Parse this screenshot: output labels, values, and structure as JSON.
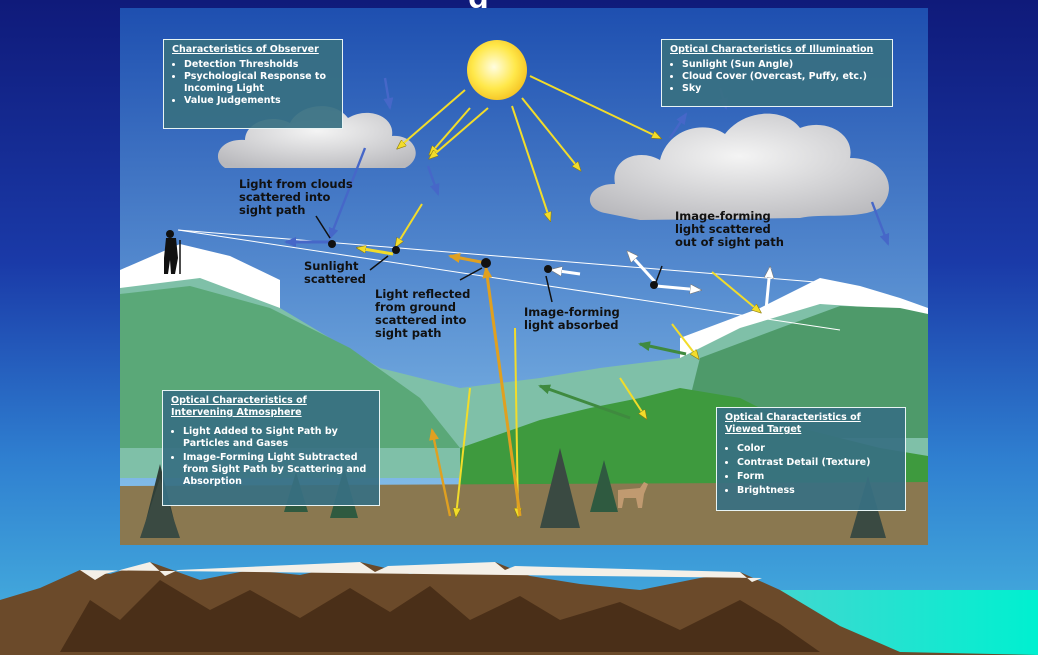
{
  "slide": {
    "title_fragment": "g"
  },
  "boxes": {
    "observer": {
      "title": "Characteristics of Observer",
      "items": [
        "Detection Thresholds",
        "Psychological Response to Incoming Light",
        "Value Judgements"
      ]
    },
    "illumination": {
      "title": "Optical Characteristics of Illumination",
      "items": [
        "Sunlight (Sun Angle)",
        "Cloud Cover (Overcast, Puffy, etc.)",
        "Sky"
      ]
    },
    "atmosphere": {
      "title": "Optical Characteristics of Intervening Atmosphere",
      "items": [
        "Light Added to Sight Path by Particles and Gases",
        "Image-Forming Light Subtracted from Sight Path by Scattering and Absorption"
      ]
    },
    "target": {
      "title": "Optical Characteristics of Viewed Target",
      "items": [
        "Color",
        "Contrast Detail (Texture)",
        "Form",
        "Brightness"
      ]
    }
  },
  "labels": {
    "clouds_scattered": "Light from clouds\nscattered into\nsight path",
    "sunlight_scattered": "Sunlight\nscattered",
    "ground_reflected": "Light reflected\nfrom ground\nscattered into\nsight path",
    "absorbed": "Image-forming\nlight absorbed",
    "scattered_out": "Image-forming\nlight scattered\nout of sight path"
  },
  "colors": {
    "sky_top": "#1e4fb0",
    "sky_bottom": "#8cc7ee",
    "sun": "#ffe84a",
    "yellow_arrow": "#f2dc2a",
    "blue_arrow": "#4667c8",
    "white_arrow": "#ffffff",
    "orange_arrow": "#e0a020",
    "green_arrow": "#3f8a3f",
    "info_box": "#387082",
    "mountain_brown": "#6b4a2a"
  }
}
